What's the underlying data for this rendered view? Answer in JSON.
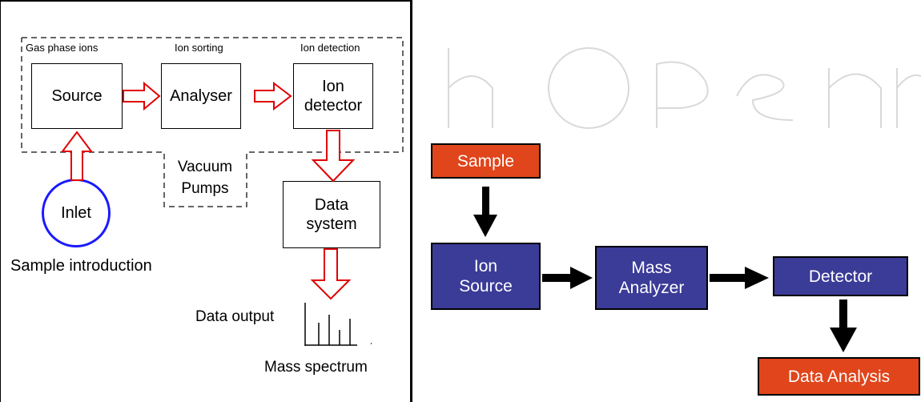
{
  "left_diagram": {
    "stage_labels": [
      "Gas phase ions",
      "Ion sorting",
      "Ion detection"
    ],
    "boxes": {
      "source": "Source",
      "analyser": "Analyser",
      "ion_detector": "Ion\ndetector",
      "data_system": "Data\nsystem"
    },
    "vacuum_pumps": "Vacuum\nPumps",
    "inlet": "Inlet",
    "sample_introduction": "Sample introduction",
    "data_output": "Data output",
    "mass_spectrum": "Mass spectrum",
    "colors": {
      "arrow_outline": "#e00000",
      "inlet_circle": "#1a1aff"
    }
  },
  "right_diagram": {
    "sample": "Sample",
    "ion_source": "Ion\nSource",
    "mass_analyzer": "Mass\nAnalyzer",
    "detector": "Detector",
    "data_analysis": "Data Analysis",
    "colors": {
      "process_box": "#3b3b98",
      "io_box": "#e0451b"
    }
  },
  "watermark": "IntechOpen"
}
